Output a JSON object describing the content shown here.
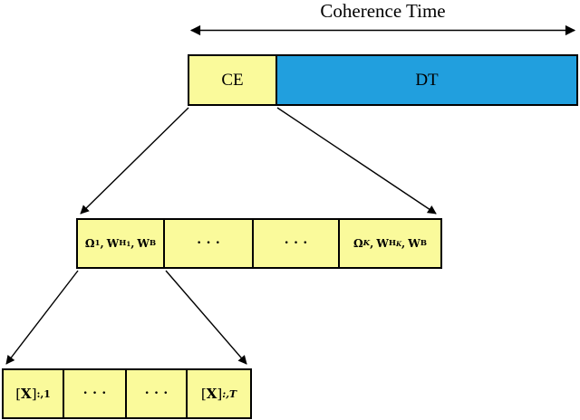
{
  "title": "Coherence Time",
  "colors": {
    "block_yellow": "#FAFA9B",
    "block_blue": "#219FDE",
    "line_black": "#000000"
  },
  "frame_bar": {
    "ce_label": "CE",
    "dt_label": "DT"
  },
  "pilot_row": {
    "cell_first": {
      "omega": "Ω",
      "omega_sub": "1",
      "comma_a": ",",
      "w_h": "W",
      "w_h_sub": "H",
      "w_h_subsub": "1",
      "comma_b": ",",
      "w_b": "W",
      "w_b_sub": "B"
    },
    "dots_a": "···",
    "dots_b": "···",
    "cell_last": {
      "omega": "Ω",
      "omega_sub": "K",
      "comma_a": ",",
      "w_h": "W",
      "w_h_sub": "H",
      "w_h_subsub": "K",
      "comma_b": ",",
      "w_b": "W",
      "w_b_sub": "B"
    }
  },
  "symbol_row": {
    "cell_first": {
      "lbracket": "[",
      "x": "X",
      "rbracket": "]",
      "sub": ":,1"
    },
    "dots_a": "···",
    "dots_b": "···",
    "cell_last": {
      "lbracket": "[",
      "x": "X",
      "rbracket": "]",
      "sub": ":,T"
    }
  }
}
